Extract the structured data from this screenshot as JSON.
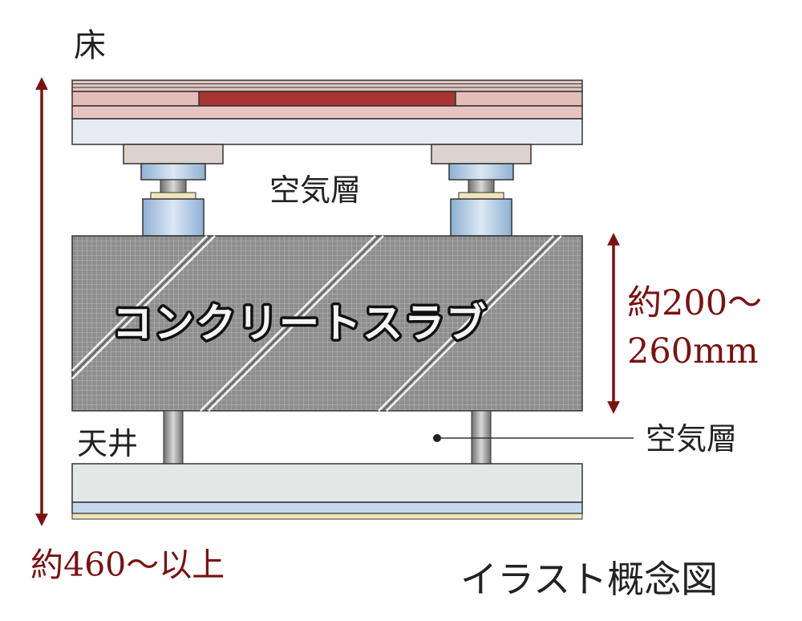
{
  "labels": {
    "floor": "床",
    "air_layer_top": "空気層",
    "slab": "コンクリートスラブ",
    "slab_thickness_line1": "約200～",
    "slab_thickness_line2": "260mm",
    "ceiling": "天井",
    "air_layer_bottom": "空気層",
    "total_height": "約460～以上",
    "caption": "イラスト概念図"
  },
  "colors": {
    "dimension_arrow": "#7a1212",
    "floor_red_strip": "#a83434",
    "floor_pink": "#e4bcb8",
    "floor_blue_panel": "#e6ebf4",
    "slab_gray": "#8e8e8e",
    "ceiling_panel": "#e3e8e6",
    "support_blue": "#bcd0e6",
    "support_base": "#dcd3cf"
  }
}
